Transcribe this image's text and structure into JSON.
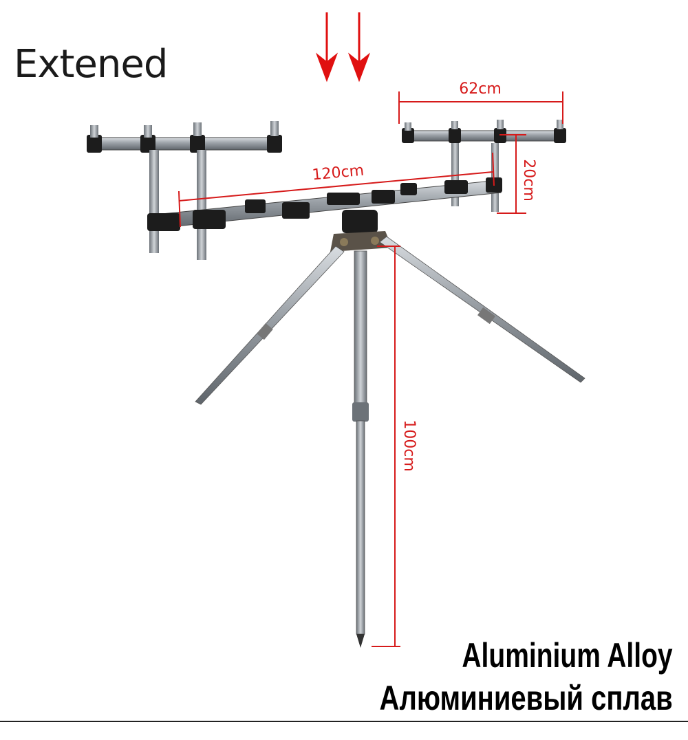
{
  "title": "Extened",
  "dimensions": {
    "top_span": "62cm",
    "bar_length": "120cm",
    "riser_height": "20cm",
    "leg_height": "100cm"
  },
  "material": {
    "en": "Aluminium Alloy",
    "ru": "Алюминиевый сплав"
  },
  "colors": {
    "dimension_red": "#d61a1a",
    "aluminium": "#9aa0a6",
    "black_fittings": "#1c1c1c"
  },
  "icons": [
    "down-arrow-icon",
    "down-arrow-icon"
  ]
}
